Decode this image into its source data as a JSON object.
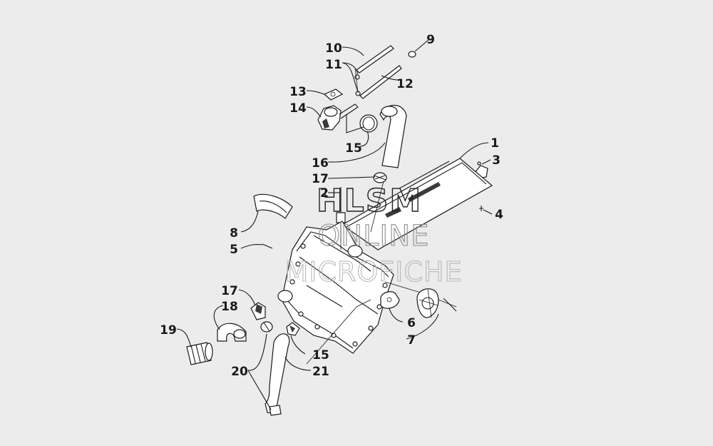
{
  "callouts": [
    "1",
    "2",
    "3",
    "4",
    "5",
    "6",
    "7",
    "8",
    "9",
    "10",
    "11",
    "12",
    "13",
    "14",
    "15",
    "16",
    "17",
    "18",
    "19",
    "20",
    "21"
  ],
  "extra_callouts": {
    "part_15_lower": "15",
    "part_17_lower": "17"
  },
  "watermark": {
    "line1": "HLSM",
    "line2": "ONLINE",
    "line3": "MICROFICHE"
  },
  "colors": {
    "background": "#ececec",
    "ink": "#1a1a1a"
  }
}
